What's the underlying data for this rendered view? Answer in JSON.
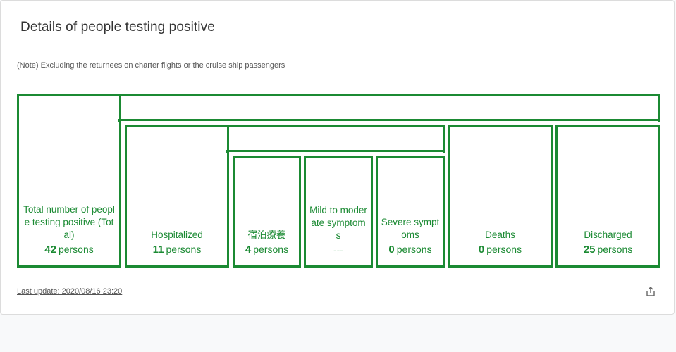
{
  "card": {
    "title": "Details of people testing positive",
    "note": "(Note) Excluding the returnees on charter flights or the cruise ship passengers",
    "last_update": "Last update: 2020/08/16 23:20"
  },
  "colors": {
    "accent": "#1b8a33",
    "text": "#333333"
  },
  "boxes": {
    "total": {
      "label": "Total number of people testing positive (Total)",
      "value": "42",
      "unit": "persons"
    },
    "hospitalized": {
      "label": "Hospitalized",
      "value": "11",
      "unit": "persons"
    },
    "hotel": {
      "label": "宿泊療養",
      "value": "4",
      "unit": "persons"
    },
    "mild": {
      "label": "Mild to moderate symptoms",
      "value": "---"
    },
    "severe": {
      "label": "Severe symptoms",
      "value": "0",
      "unit": "persons"
    },
    "deaths": {
      "label": "Deaths",
      "value": "0",
      "unit": "persons"
    },
    "discharged": {
      "label": "Discharged",
      "value": "25",
      "unit": "persons"
    }
  },
  "icons": {
    "share": "share-icon"
  }
}
